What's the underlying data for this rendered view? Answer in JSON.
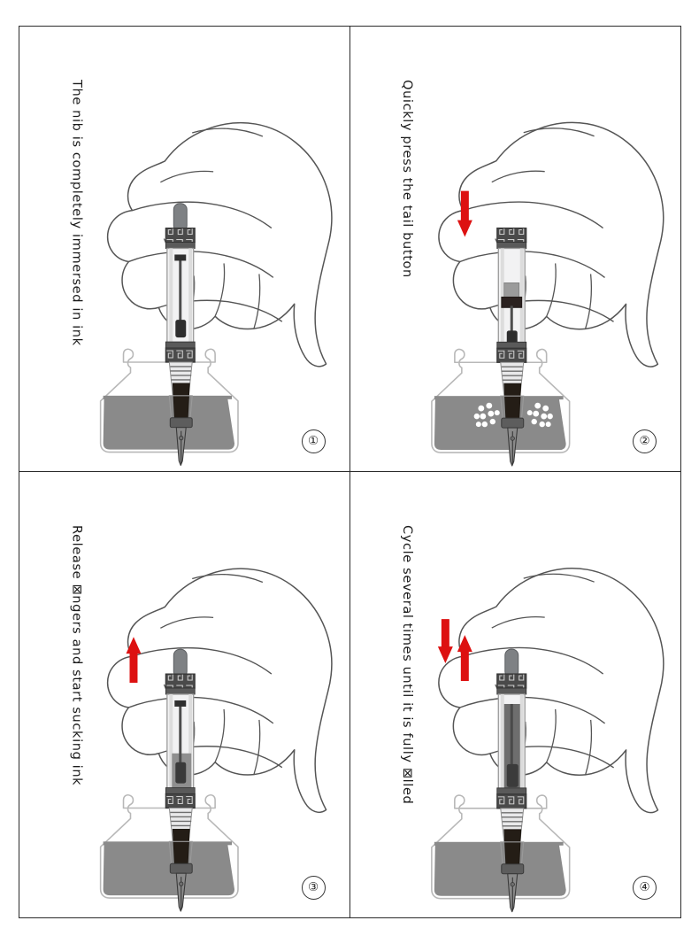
{
  "document": {
    "title": "Fountain pen ink filling instructions",
    "panel_count": 4,
    "layout": "2x2 grid"
  },
  "colors": {
    "arrow_red": "#dd1111",
    "ink_gray": "#8a8a8a",
    "pen_dark": "#3c3c3c",
    "pen_band": "#4a4a4a",
    "pen_barrel": "#efeff0",
    "line_art": "#555555",
    "frame": "#2b2b2b",
    "bubble_white": "#ffffff",
    "nib_dark": "#2a2318"
  },
  "panels": [
    {
      "number": "①",
      "caption": "The nib is completely immersed in ink",
      "arrows": [],
      "pen_state": "extended",
      "bubbles": false,
      "barrel_fill": "empty"
    },
    {
      "number": "②",
      "caption": "Quickly press the tail button",
      "arrows": [
        "down"
      ],
      "pen_state": "pressed",
      "bubbles": true,
      "barrel_fill": "empty"
    },
    {
      "number": "③",
      "caption": "Release ⊠ngers and start sucking ink",
      "arrows": [
        "up"
      ],
      "pen_state": "extended",
      "bubbles": false,
      "barrel_fill": "half"
    },
    {
      "number": "④",
      "caption": "Cycle several times until it is fully ⊠lled",
      "arrows": [
        "down",
        "up"
      ],
      "pen_state": "extended",
      "bubbles": false,
      "barrel_fill": "full"
    }
  ]
}
